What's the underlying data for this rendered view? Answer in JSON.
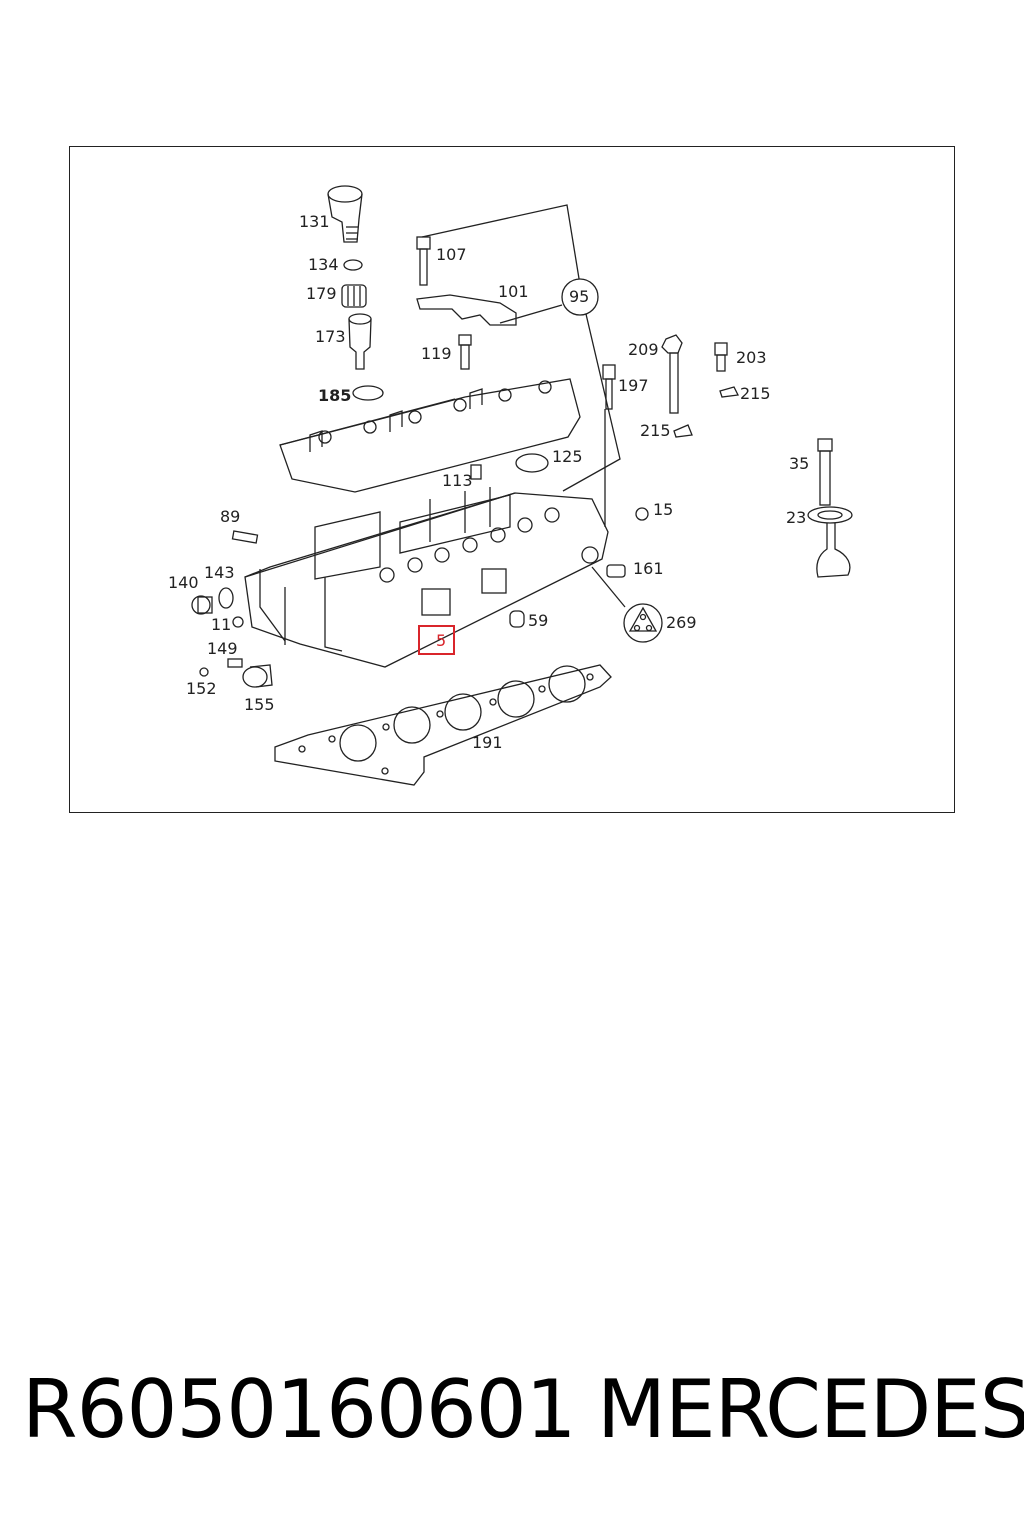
{
  "diagram": {
    "callouts": {
      "c131": "131",
      "c134": "134",
      "c179": "179",
      "c173": "173",
      "c185": "185",
      "c107": "107",
      "c101": "101",
      "c95": "95",
      "c119": "119",
      "c197": "197",
      "c209": "209",
      "c203": "203",
      "c215a": "215",
      "c215b": "215",
      "c125": "125",
      "c113": "113",
      "c35": "35",
      "c23": "23",
      "c15": "15",
      "c89": "89",
      "c143": "143",
      "c140": "140",
      "c161": "161",
      "c11": "11",
      "c59": "59",
      "c269": "269",
      "c5": "5",
      "c149": "149",
      "c152": "152",
      "c155": "155",
      "c191": "191"
    },
    "highlight_color": "#d9252b"
  },
  "footer": {
    "part_number": "R6050160601",
    "brand": "MERCEDES"
  }
}
